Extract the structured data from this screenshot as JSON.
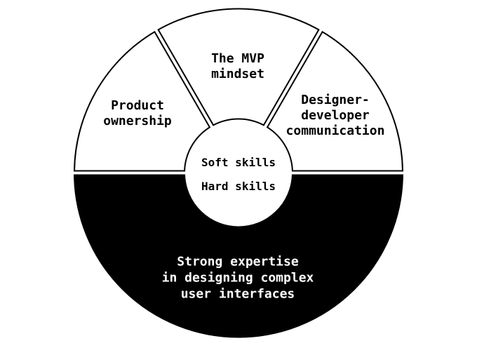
{
  "diagram": {
    "type": "segmented-donut",
    "colors": {
      "ink": "#000000",
      "paper": "#ffffff"
    },
    "slices": [
      {
        "name": "product-ownership",
        "lines": [
          "Product",
          "ownership"
        ],
        "angle_start": 120,
        "angle_end": 180,
        "fill": "#ffffff",
        "text_color": "#000000"
      },
      {
        "name": "mvp-mindset",
        "lines": [
          "The MVP",
          "mindset"
        ],
        "angle_start": 60,
        "angle_end": 120,
        "fill": "#ffffff",
        "text_color": "#000000"
      },
      {
        "name": "designer-developer-communication",
        "lines": [
          "Designer-",
          "developer",
          "communication"
        ],
        "angle_start": 0,
        "angle_end": 60,
        "fill": "#ffffff",
        "text_color": "#000000"
      },
      {
        "name": "strong-expertise",
        "lines": [
          "Strong expertise",
          "in designing complex",
          "user interfaces"
        ],
        "angle_start": 180,
        "angle_end": 360,
        "fill": "#000000",
        "text_color": "#ffffff"
      }
    ],
    "center": {
      "top_label": "Soft skills",
      "bottom_label": "Hard skills"
    }
  }
}
